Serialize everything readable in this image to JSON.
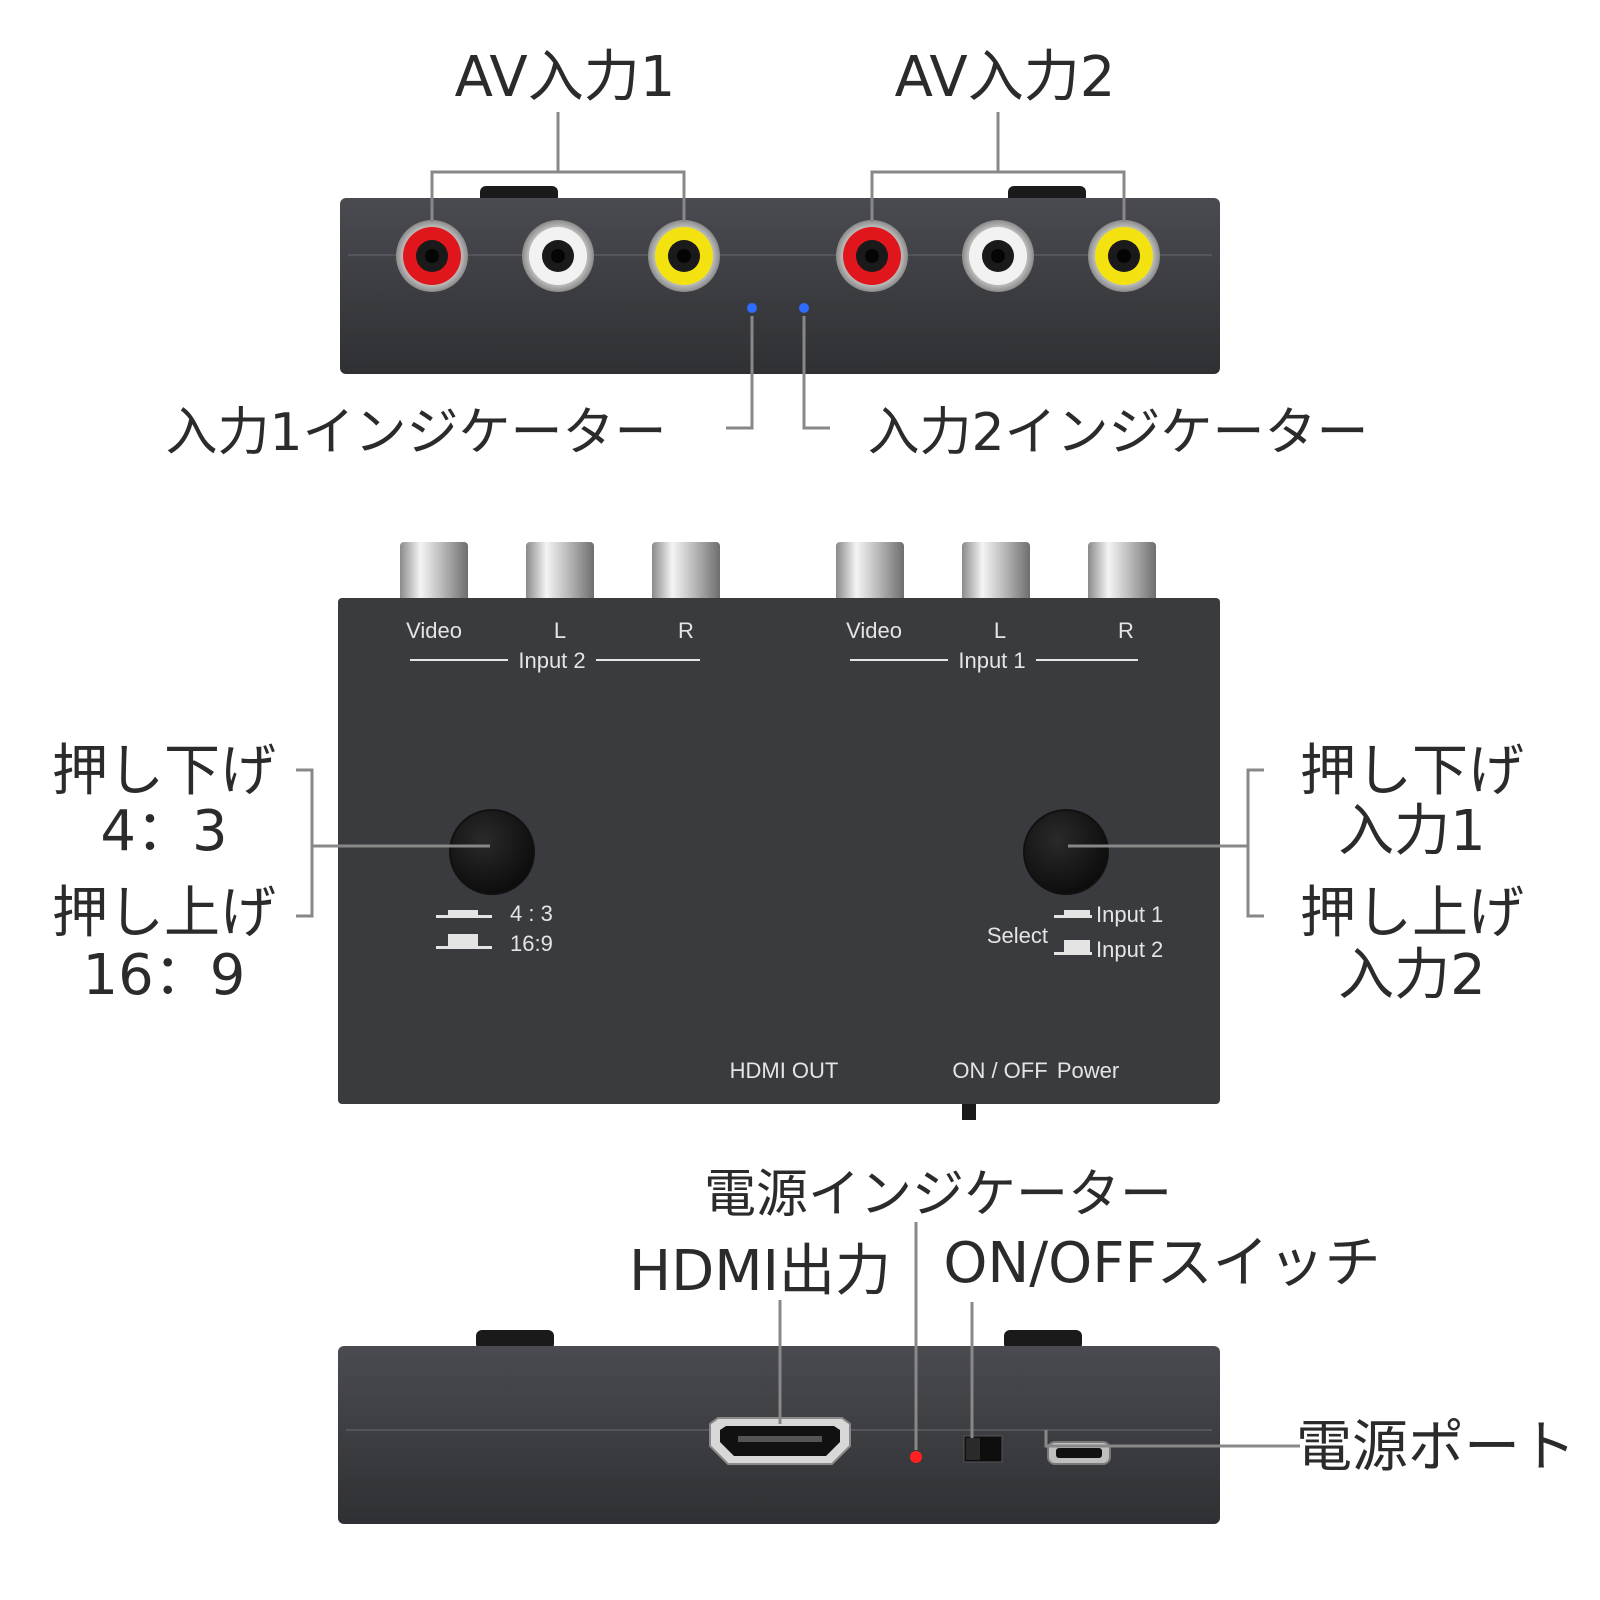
{
  "callouts": {
    "av_input_1": "AV入力1",
    "av_input_2": "AV入力2",
    "input1_indicator": "入力1インジケーター",
    "input2_indicator": "入力2インジケーター",
    "left_push_down": "押し下げ",
    "left_ratio_43": "4：3",
    "left_push_up": "押し上げ",
    "left_ratio_169": "16：9",
    "right_push_down": "押し下げ",
    "right_input1": "入力1",
    "right_push_up": "押し上げ",
    "right_input2": "入力2",
    "power_indicator": "電源インジケーター",
    "hdmi_output": "HDMI出力",
    "onoff_switch": "ON/OFFスイッチ",
    "power_port": "電源ポート"
  },
  "panel_labels": {
    "input2_group": "Input 2",
    "input1_group": "Input 1",
    "video_label_a": "Video",
    "l_label_a": "L",
    "r_label_a": "R",
    "video_label_b": "Video",
    "l_label_b": "L",
    "r_label_b": "R",
    "ratio_43": "4 : 3",
    "ratio_169": "16:9",
    "select": "Select",
    "select_input1": "Input 1",
    "select_input2": "Input 2",
    "hdmi_out": "HDMI OUT",
    "on_off": "ON / OFF",
    "power": "Power"
  },
  "colors": {
    "body": "#3a3b3f",
    "jack_red": "#e0161c",
    "jack_white": "#f2f2f2",
    "jack_yellow": "#f3e20f",
    "led_blue": "#2f6bff",
    "led_red": "#ff2020",
    "leader_line": "#888888"
  }
}
